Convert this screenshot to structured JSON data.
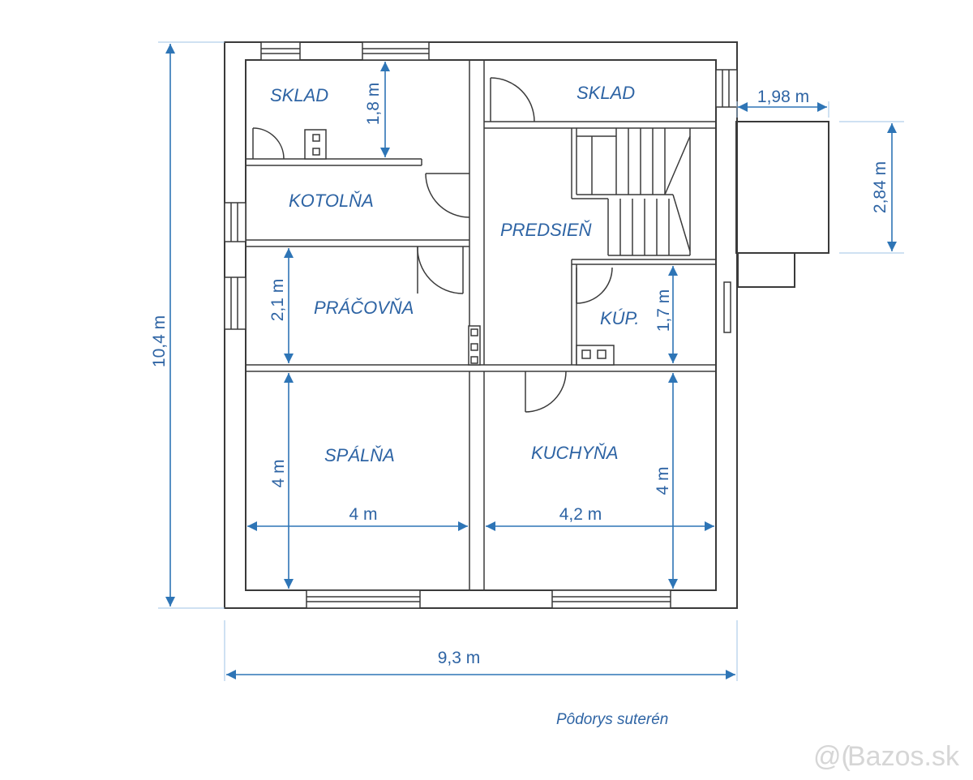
{
  "rooms": {
    "sklad_left": "SKLAD",
    "sklad_right": "SKLAD",
    "kotolna": "KOTOLŇA",
    "predsien": "PREDSIEŇ",
    "pracovna": "PRÁČOVŇA",
    "kup": "KÚP.",
    "spalna": "SPÁLŇA",
    "kuchyna": "KUCHYŇA"
  },
  "dimensions": {
    "total_height": "10,4 m",
    "total_width": "9,3 m",
    "sklad_height": "1,8 m",
    "annex_width": "1,98 m",
    "annex_height": "2,84 m",
    "pracovna_height": "2,1 m",
    "kup_height": "1,7 m",
    "spalna_height": "4 m",
    "spalna_width": "4 m",
    "kuchyna_height": "4 m",
    "kuchyna_width": "4,2 m"
  },
  "caption": "Pôdorys suterén",
  "watermark": "Bazos.sk",
  "colors": {
    "dimension": "#2e75b6",
    "wall": "#3a3a3a",
    "text": "#2e64a4"
  }
}
